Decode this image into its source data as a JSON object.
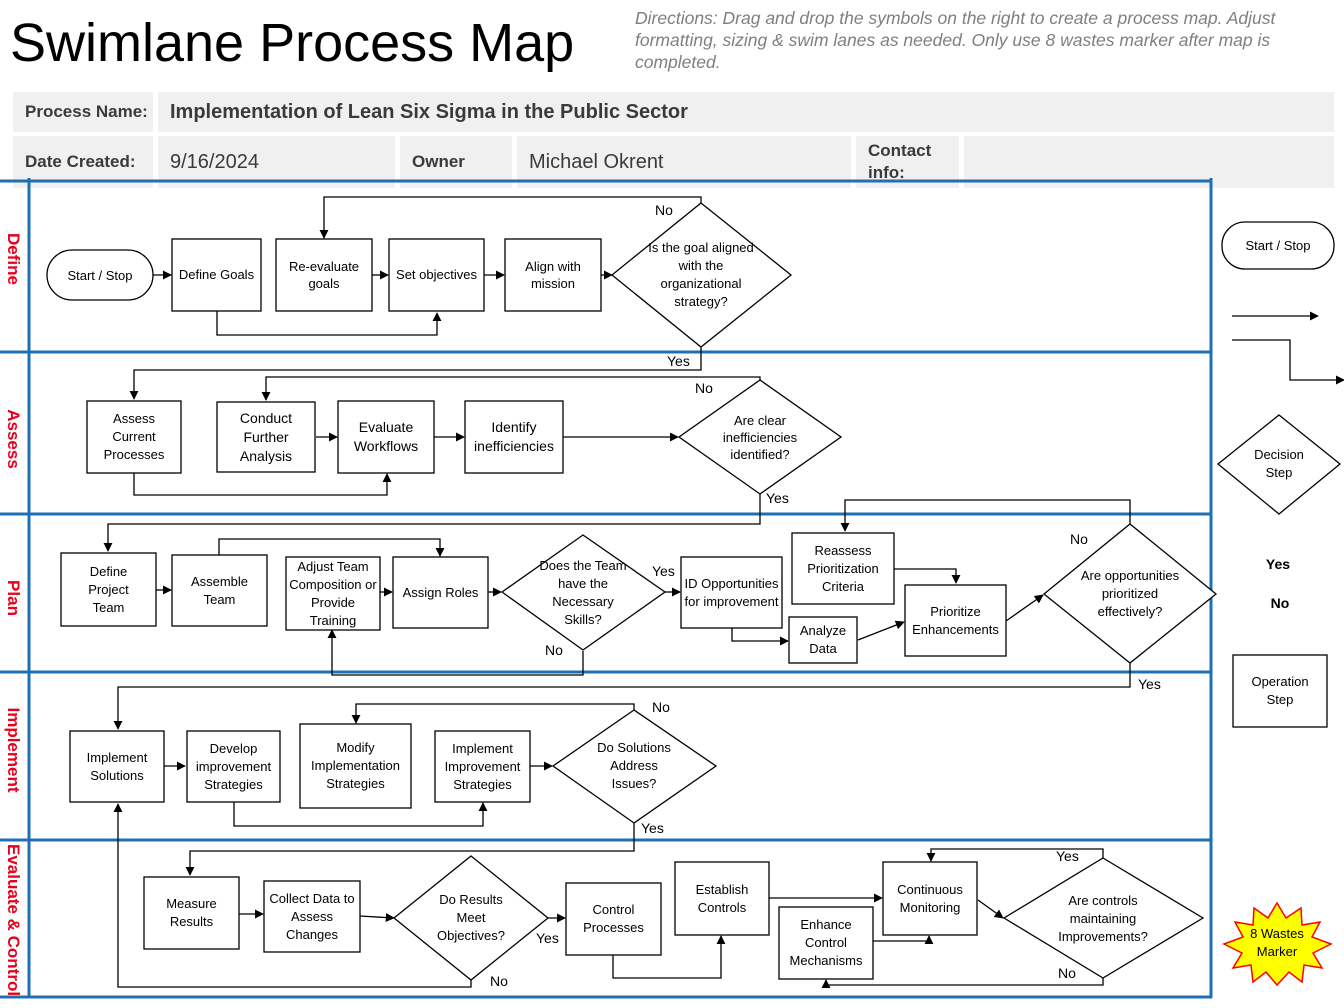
{
  "title": "Swimlane Process Map",
  "directions": "Directions: Drag and drop the symbols on the right to create a process map. Adjust formatting, sizing & swim lanes as needed. Only use 8 wastes marker after map is completed.",
  "header": {
    "process_name_label": "Process Name:",
    "process_name": "Implementation of Lean Six Sigma in the Public Sector",
    "date_label": "Date Created:",
    "date": "9/16/2024",
    "owner_label": "Owner",
    "owner": "Michael Okrent",
    "contact_label": "Contact info:",
    "contact": ""
  },
  "lanes": [
    "Define",
    "Assess",
    "Plan",
    "Implement",
    "Evaluate & Control"
  ],
  "nodes": {
    "start_stop": "Start / Stop",
    "define_goals": "Define Goals",
    "reevaluate_goals": "Re-evaluate goals",
    "set_objectives": "Set objectives",
    "align_mission": "Align with mission",
    "goal_aligned": "Is the goal aligned with the organizational strategy?",
    "assess_current": "Assess Current Processes",
    "conduct_further": "Conduct Further Analysis",
    "evaluate_workflows": "Evaluate Workflows",
    "identify_ineff": "Identify inefficiencies",
    "clear_ineff": "Are clear inefficiencies identified?",
    "define_team": "Define Project Team",
    "assemble_team": "Assemble Team",
    "adjust_team": "Adjust Team Composition or Provide Training",
    "assign_roles": "Assign Roles",
    "team_skills": "Does the Team have the Necessary Skills?",
    "id_opps": "ID Opportunities for improvement",
    "reassess_crit": "Reassess Prioritization Criteria",
    "analyze_data": "Analyze Data",
    "prioritize_enh": "Prioritize Enhancements",
    "opps_prioritized": "Are opportunities prioritized effectively?",
    "implement_solutions": "Implement Solutions",
    "develop_strat": "Develop improvement Strategies",
    "modify_strat": "Modify Implementation Strategies",
    "implement_strat": "Implement Improvement Strategies",
    "solutions_address": "Do Solutions Address Issues?",
    "measure_results": "Measure Results",
    "collect_data": "Collect Data to Assess Changes",
    "results_meet": "Do Results Meet Objectives?",
    "control_processes": "Control Processes",
    "establish_controls": "Establish Controls",
    "enhance_controls": "Enhance Control Mechanisms",
    "continuous_monitoring": "Continuous Monitoring",
    "controls_maintaining": "Are controls maintaining Improvements?"
  },
  "branch_labels": {
    "yes": "Yes",
    "no": "No"
  },
  "legend": {
    "start_stop": "Start / Stop",
    "decision": "Decision Step",
    "yes": "Yes",
    "no": "No",
    "operation": "Operation Step",
    "wastes_marker": "8 Wastes Marker"
  },
  "colors": {
    "lane_line": "#1f6fb5",
    "lane_label": "#e8001c",
    "header_bg": "#f0f0f0",
    "directions_text": "#7f7f7f",
    "wastes_fill": "#ffff00",
    "wastes_stroke": "#ff0000"
  }
}
